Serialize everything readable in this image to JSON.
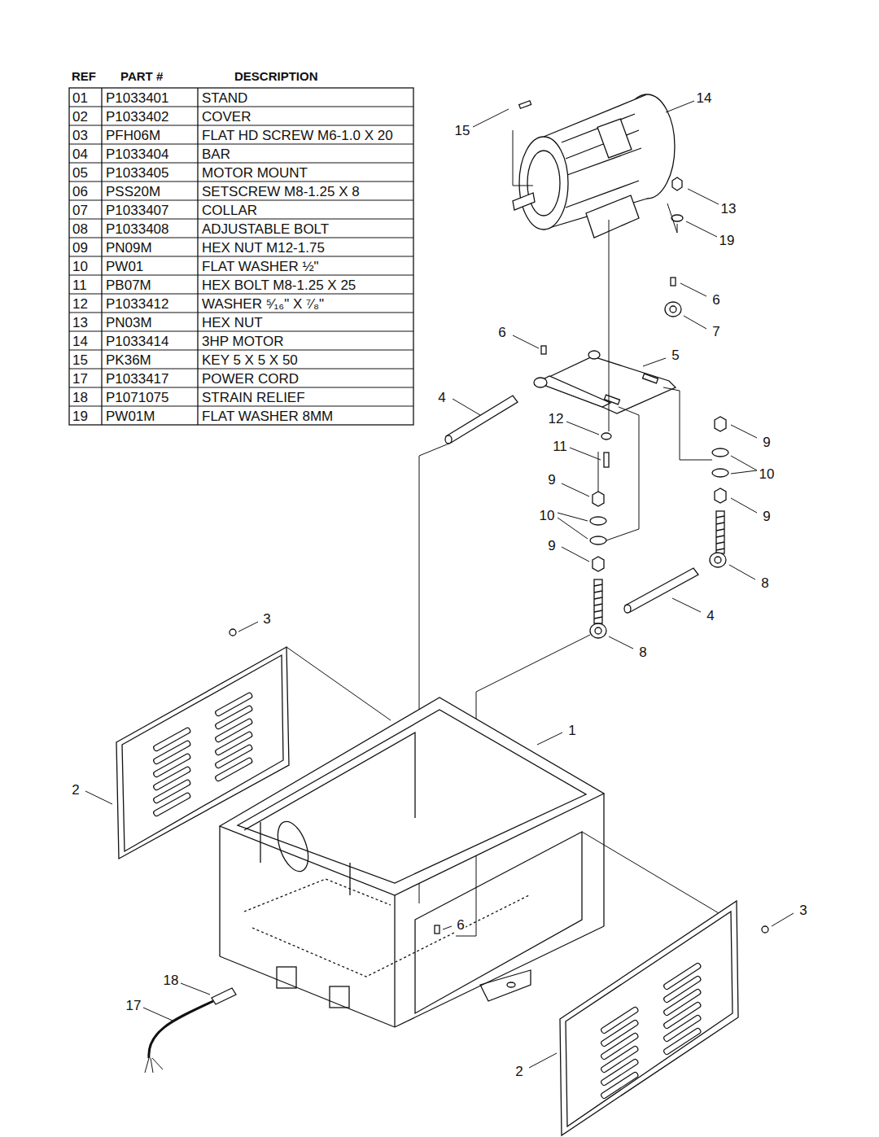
{
  "diagram": {
    "labels": [
      "REF",
      "PART #",
      "DESCRIPTION",
      "01",
      "P1033401",
      "STAND",
      "02",
      "P1033402",
      "COVER",
      "03",
      "PFH06M",
      "FLAT HD SCREW M6-1.0 X 20",
      "04",
      "P1033404",
      "BAR",
      "05",
      "P1033405",
      "MOTOR MOUNT",
      "06",
      "PSS20M",
      "SETSCREW M8-1.25 X 8",
      "07",
      "P1033407",
      "COLLAR",
      "08",
      "P1033408",
      "ADJUSTABLE BOLT",
      "09",
      "PN09M",
      "HEX NUT M12-1.75",
      "10",
      "PW01",
      "FLAT WASHER ½\"",
      "11",
      "PB07M",
      "HEX BOLT M8-1.25 X 25",
      "12",
      "P1033412",
      "WASHER ⁵⁄₁₆\" X ⁷⁄₈\"",
      "13",
      "PN03M",
      "HEX NUT",
      "14",
      "P1033414",
      "3HP MOTOR",
      "15",
      "PK36M",
      "KEY 5 X 5 X 50",
      "17",
      "P1033417",
      "POWER CORD",
      "18",
      "P1071075",
      "STRAIN RELIEF",
      "19",
      "PW01M",
      "FLAT WASHER 8MM",
      "14",
      "15",
      "13",
      "19",
      "6",
      "7",
      "6",
      "5",
      "4",
      "12",
      "9",
      "11",
      "10",
      "9",
      "10",
      "9",
      "9",
      "8",
      "4",
      "3",
      "8",
      "1",
      "2",
      "3",
      "6",
      "18",
      "17",
      "2"
    ]
  }
}
